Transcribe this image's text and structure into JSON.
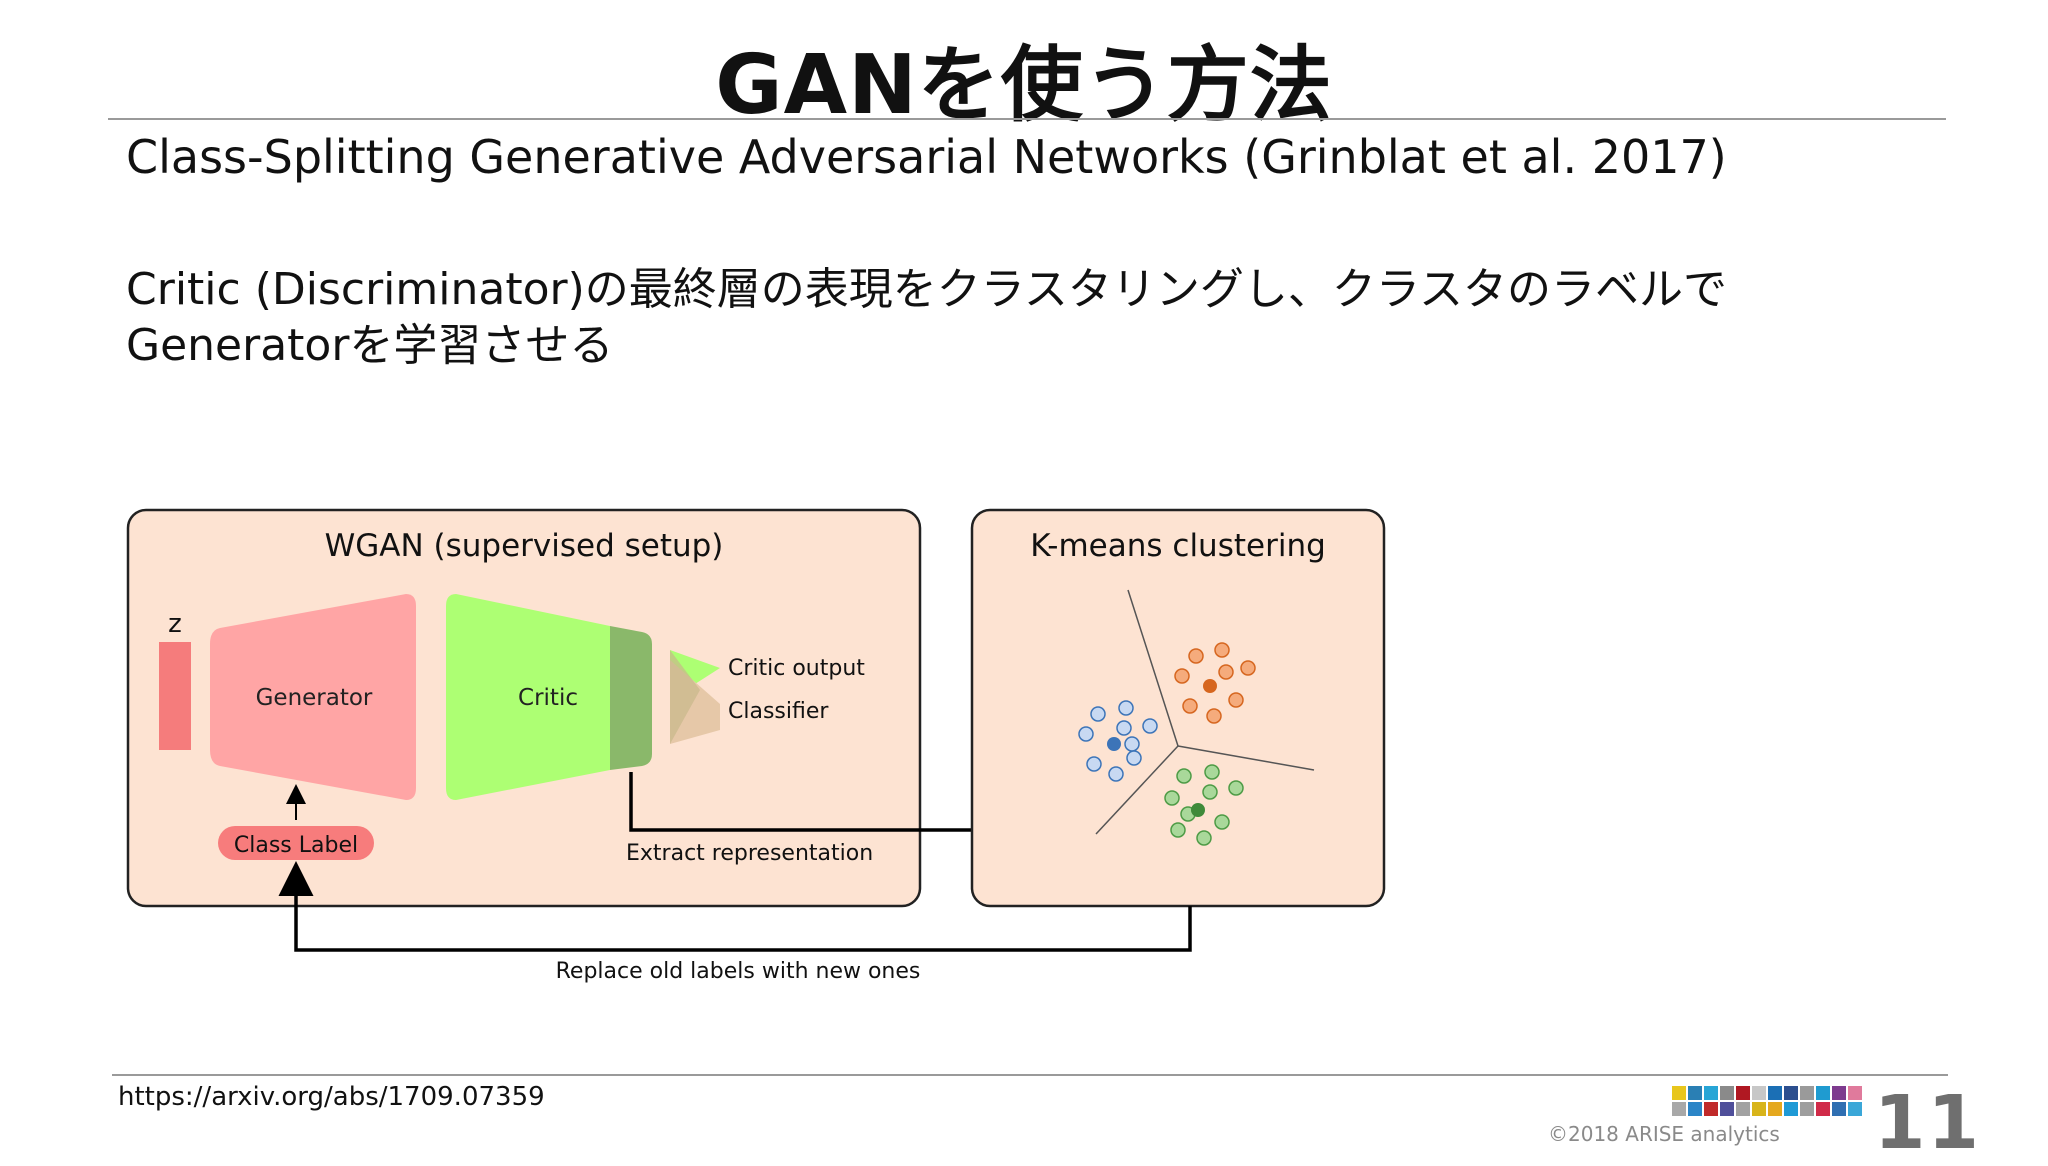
{
  "slide": {
    "title": "GANを使う方法",
    "subtitle": "Class-Splitting Generative Adversarial Networks (Grinblat et al. 2017)",
    "description": "Critic (Discriminator)の最終層の表現をクラスタリングし、クラスタのラベルでGeneratorを学習させる",
    "source_url": "https://arxiv.org/abs/1709.07359",
    "copyright": "©2018 ARISE analytics",
    "page_number": "11"
  },
  "figure": {
    "wgan_box_title": "WGAN (supervised setup)",
    "kmeans_box_title": "K-means clustering",
    "z_label": "z",
    "generator_label": "Generator",
    "critic_label": "Critic",
    "critic_output_label": "Critic output",
    "classifier_label": "Classifier",
    "class_label": "Class Label",
    "extract_label": "Extract representation",
    "replace_label": "Replace old labels with new ones"
  },
  "colors": {
    "panel_fill": "#fde3d2",
    "generator": "#ffa5a5",
    "z_bar": "#f57c7c",
    "critic": "#adff73",
    "critic_dark": "#8ab86a",
    "class_label": "#f77c7c",
    "cluster_blue": "#3c74b8",
    "cluster_orange": "#d6661f",
    "cluster_green": "#3f8a3a"
  },
  "logo_colors": [
    "#e8c61c",
    "#2a7fb4",
    "#27a5d6",
    "#8a8a8a",
    "#b01822",
    "#c7c7c7",
    "#1b6fb5",
    "#2c4f8f",
    "#9a9a9a",
    "#1f9bd0",
    "#7e3b8f",
    "#e07a9c",
    "#a8a8a8",
    "#2b85c7",
    "#c02a2a",
    "#4f4f9a",
    "#a2a2a2",
    "#d8b41a",
    "#e5a81e",
    "#1f9ad6",
    "#9e9e9e",
    "#d02a48",
    "#2f6fb2",
    "#3aa7d8"
  ]
}
